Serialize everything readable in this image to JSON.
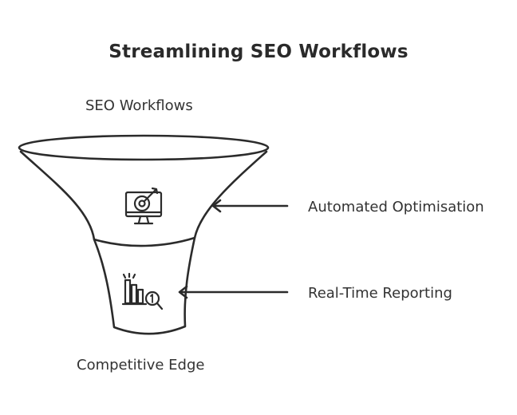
{
  "title": "Streamlining SEO Workflows",
  "funnel": {
    "top_label": "SEO Workflows",
    "bottom_label": "Competitive Edge",
    "stages": [
      {
        "label": "Automated Optimisation",
        "icon": "monitor-target-icon"
      },
      {
        "label": "Real-Time Reporting",
        "icon": "chart-magnifier-icon"
      }
    ]
  },
  "colors": {
    "stroke": "#2b2b2b",
    "background": "#ffffff"
  }
}
